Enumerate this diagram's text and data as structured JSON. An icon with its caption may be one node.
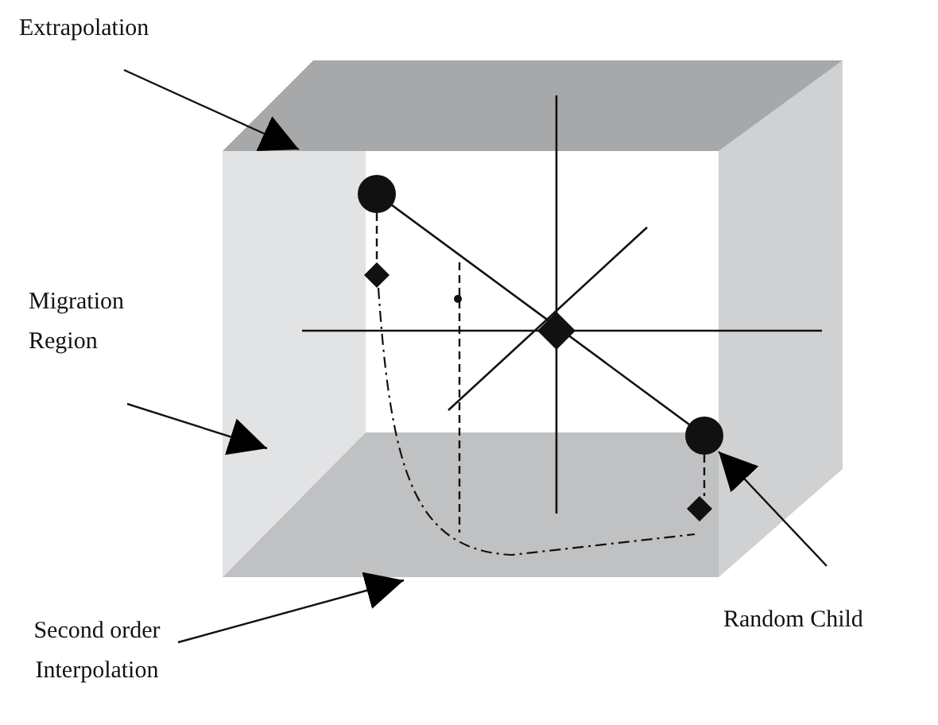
{
  "diagram": {
    "nodes": [
      {
        "text": [
          "Extrapolation"
        ]
      },
      {
        "text": [],
        "shape": "box"
      },
      {
        "text": [
          "Migration Region"
        ]
      },
      {
        "text": [],
        "shape": "box"
      },
      {
        "text": [
          "Second order Interpolation"
        ]
      },
      {
        "text": [],
        "shape": "box"
      },
      {
        "text": [
          "Random Child"
        ]
      },
      {
        "text": [],
        "shape": "circle"
      }
    ],
    "edges": [
      {
        "from": 0,
        "to": 1,
        "arrow": "to"
      },
      {
        "from": 2,
        "to": 3,
        "arrow": "to"
      },
      {
        "from": 4,
        "to": 5,
        "arrow": "to"
      },
      {
        "from": 6,
        "to": 7,
        "arrow": "to"
      }
    ]
  }
}
